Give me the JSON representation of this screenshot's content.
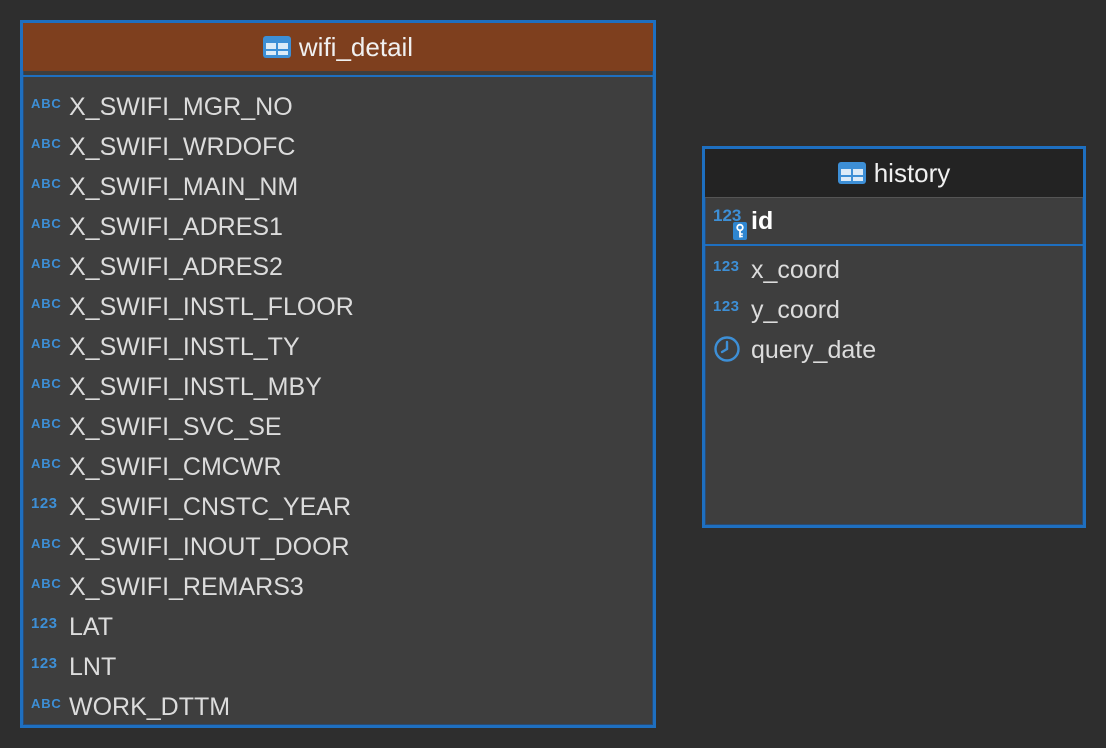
{
  "colors": {
    "background": "#2e2e2e",
    "table_border": "#1e6fc0",
    "wifi_header": "#7e3f1e",
    "history_header": "#232323",
    "type_icon": "#3d8fd6"
  },
  "tables": [
    {
      "name": "wifi_detail",
      "icon": "table-icon",
      "columns": [
        {
          "name": "X_SWIFI_MGR_NO",
          "type_label": "ABC"
        },
        {
          "name": "X_SWIFI_WRDOFC",
          "type_label": "ABC"
        },
        {
          "name": "X_SWIFI_MAIN_NM",
          "type_label": "ABC"
        },
        {
          "name": "X_SWIFI_ADRES1",
          "type_label": "ABC"
        },
        {
          "name": "X_SWIFI_ADRES2",
          "type_label": "ABC"
        },
        {
          "name": "X_SWIFI_INSTL_FLOOR",
          "type_label": "ABC"
        },
        {
          "name": "X_SWIFI_INSTL_TY",
          "type_label": "ABC"
        },
        {
          "name": "X_SWIFI_INSTL_MBY",
          "type_label": "ABC"
        },
        {
          "name": "X_SWIFI_SVC_SE",
          "type_label": "ABC"
        },
        {
          "name": "X_SWIFI_CMCWR",
          "type_label": "ABC"
        },
        {
          "name": "X_SWIFI_CNSTC_YEAR",
          "type_label": "123"
        },
        {
          "name": "X_SWIFI_INOUT_DOOR",
          "type_label": "ABC"
        },
        {
          "name": "X_SWIFI_REMARS3",
          "type_label": "ABC"
        },
        {
          "name": "LAT",
          "type_label": "123"
        },
        {
          "name": "LNT",
          "type_label": "123"
        },
        {
          "name": "WORK_DTTM",
          "type_label": "ABC"
        }
      ]
    },
    {
      "name": "history",
      "icon": "table-icon",
      "primary_key": {
        "name": "id",
        "type_label": "123",
        "icon": "key-icon"
      },
      "columns": [
        {
          "name": "x_coord",
          "type_label": "123"
        },
        {
          "name": "y_coord",
          "type_label": "123"
        },
        {
          "name": "query_date",
          "type_label": "",
          "icon": "clock-icon"
        }
      ]
    }
  ]
}
